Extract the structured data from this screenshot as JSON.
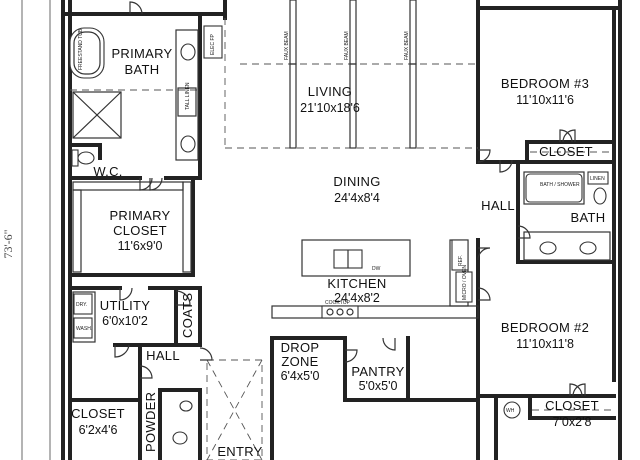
{
  "overall_dimension": "73'-6\"",
  "rooms": {
    "primary_bath": {
      "name": "PRIMARY",
      "name2": "BATH"
    },
    "living": {
      "name": "LIVING",
      "dim": "21'10x18'6"
    },
    "bedroom3": {
      "name": "BEDROOM #3",
      "dim": "11'10x11'6"
    },
    "closet_top": {
      "name": "CLOSET"
    },
    "wc": {
      "name": "W.C."
    },
    "dining": {
      "name": "DINING",
      "dim": "24'4x8'4"
    },
    "hall_right": {
      "name": "HALL"
    },
    "bath": {
      "name": "BATH"
    },
    "primary_closet": {
      "name": "PRIMARY",
      "name2": "CLOSET",
      "dim": "11'6x9'0"
    },
    "kitchen": {
      "name": "KITCHEN",
      "dim": "24'4x8'2"
    },
    "utility": {
      "name": "UTILITY",
      "dim": "6'0x10'2"
    },
    "coats": {
      "name": "COATS"
    },
    "bedroom2": {
      "name": "BEDROOM #2",
      "dim": "11'10x11'8"
    },
    "hall_left": {
      "name": "HALL"
    },
    "drop_zone": {
      "name": "DROP",
      "name2": "ZONE",
      "dim": "6'4x5'0"
    },
    "pantry": {
      "name": "PANTRY",
      "dim": "5'0x5'0"
    },
    "closet_left": {
      "name": "CLOSET",
      "dim": "6'2x4'6"
    },
    "powder": {
      "name": "POWDER"
    },
    "entry": {
      "name": "ENTRY"
    },
    "closet_bottom": {
      "name": "CLOSET",
      "dim": "7'0x2'8"
    }
  },
  "fixture_labels": {
    "tub": "FREESTAND TUB",
    "tall_linen": "TALL LINEN",
    "fireplace": "ELEC FP",
    "beam": "FAUX BEAM",
    "bath_shower": "BATH / SHOWER",
    "linen": "LINEN",
    "dw": "DW",
    "ref": "REF.",
    "oven": "MICRO / OVEN",
    "cooktop": "COOKTOP",
    "dryer": "DRY.",
    "washer": "WASH.",
    "water_heater": "WH"
  }
}
